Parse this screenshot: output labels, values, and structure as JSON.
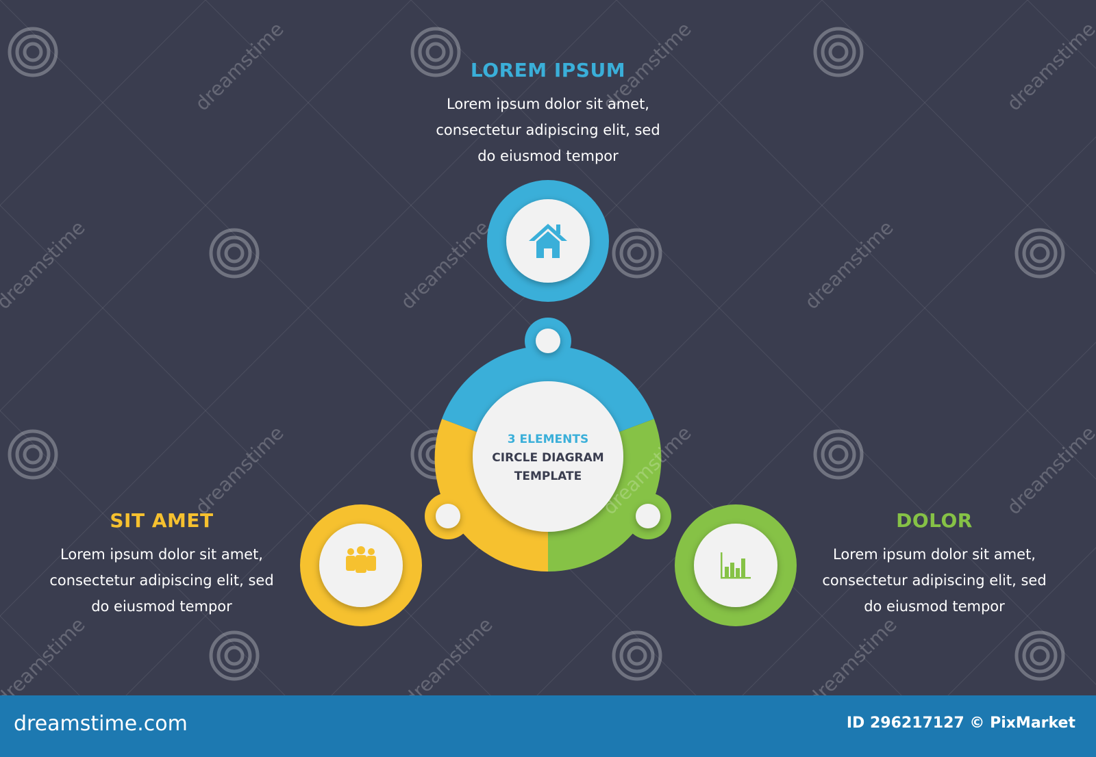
{
  "colors": {
    "background": "#3a3d4f",
    "blue": "#3aafd9",
    "yellow": "#f6c12f",
    "green": "#86c246",
    "center_fill": "#f2f2f2",
    "footer": "#1d79b1"
  },
  "center": {
    "line1": "3 ELEMENTS",
    "line2": "CIRCLE DIAGRAM",
    "line3": "TEMPLATE"
  },
  "items": [
    {
      "title": "LOREM IPSUM",
      "color": "blue",
      "icon": "house-icon",
      "lines": [
        "Lorem ipsum dolor sit amet,",
        "consectetur adipiscing elit, sed",
        "do eiusmod tempor"
      ]
    },
    {
      "title": "SIT AMET",
      "color": "yellow",
      "icon": "people-icon",
      "lines": [
        "Lorem ipsum dolor sit amet,",
        "consectetur adipiscing elit, sed",
        "do eiusmod tempor"
      ]
    },
    {
      "title": "DOLOR",
      "color": "green",
      "icon": "bar-chart-icon",
      "lines": [
        "Lorem ipsum dolor sit amet,",
        "consectetur adipiscing elit, sed",
        "do eiusmod tempor"
      ]
    }
  ],
  "watermark": {
    "brand": "dreamstime",
    "site": "dreamstime.com",
    "id_text": "ID 296217127",
    "author": "© PixMarket"
  }
}
